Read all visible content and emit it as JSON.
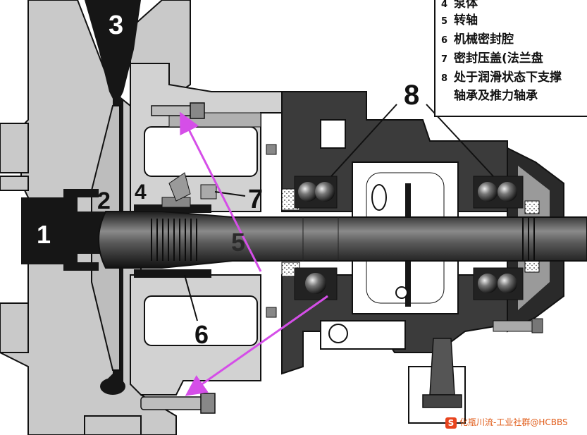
{
  "callouts": {
    "n1": "1",
    "n2": "2",
    "n3": "3",
    "n4": "4",
    "n5": "5",
    "n6": "6",
    "n7": "7",
    "n8": "8"
  },
  "legend": {
    "top_fragment": "泵体",
    "items": [
      {
        "num": "5",
        "text": "转轴"
      },
      {
        "num": "6",
        "text": "机械密封腔"
      },
      {
        "num": "7",
        "text": "密封压盖(法兰盘"
      },
      {
        "num": "8",
        "text": "处于润滑状态下支撑"
      }
    ],
    "item8_line2": "轴承及推力轴承"
  },
  "watermark": {
    "logo": "S",
    "text": "化瓶川流-工业社群@HCBBS"
  },
  "colors": {
    "casing": "#c9c9c9",
    "dark": "#161616",
    "mid": "#6b6b6b",
    "arrow": "#d54ee8"
  }
}
